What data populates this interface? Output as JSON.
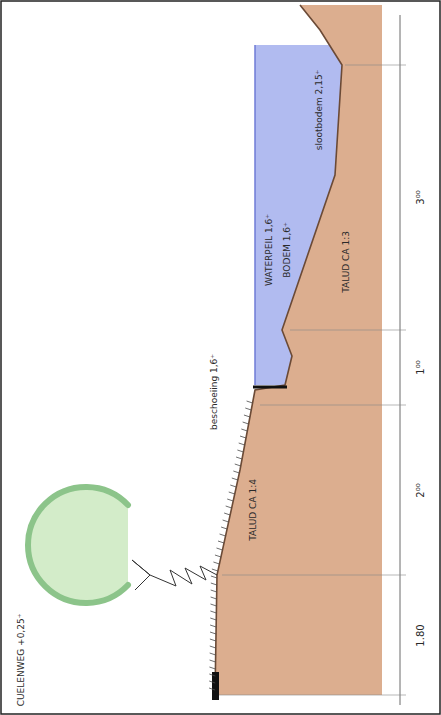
{
  "diagram": {
    "labels": [
      "CUELENWEG +0,25⁺",
      "beschoeiing 1,6⁺",
      "WATERPEIL 1,6⁺",
      "BODEM 1,6⁺",
      "TALUD CA 1:3",
      "slootbodem 2,15⁺",
      "TALUD CA 1:4",
      "1.80",
      "2⁰⁰",
      "1⁰⁰",
      "3⁰⁰"
    ]
  }
}
